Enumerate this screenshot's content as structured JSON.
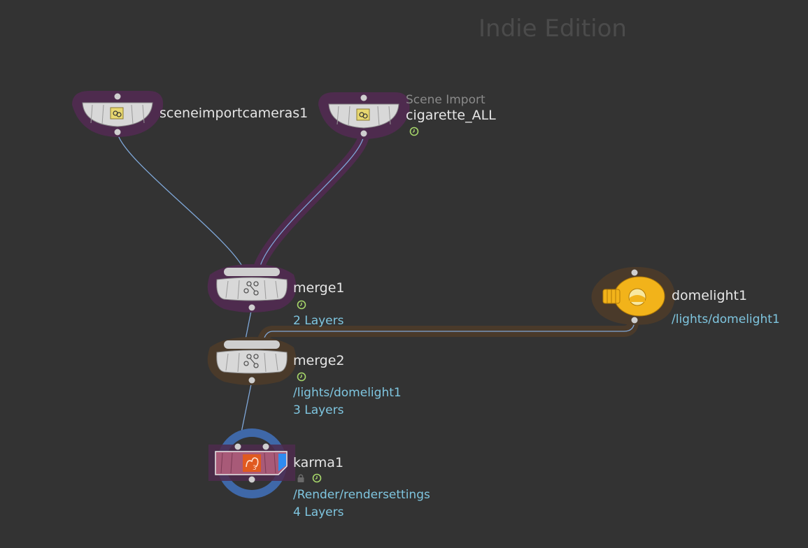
{
  "app": {
    "watermark": "Indie Edition"
  },
  "nodes": {
    "sceneimportcameras1": {
      "name": "sceneimportcameras1"
    },
    "cigarette_all": {
      "type_hint": "Scene Import",
      "name": "cigarette_ALL"
    },
    "merge1": {
      "name": "merge1",
      "info": "2 Layers"
    },
    "merge2": {
      "name": "merge2",
      "info_path": "/lights/domelight1",
      "info": "3 Layers"
    },
    "domelight1": {
      "name": "domelight1",
      "info_path": "/lights/domelight1"
    },
    "karma1": {
      "name": "karma1",
      "info_path": "/Render/rendersettings",
      "info": "4 Layers"
    }
  },
  "colors": {
    "background": "#333333",
    "purple_highlight": "#4e2b4e",
    "brown_highlight": "#4a3a2a",
    "blue_highlight": "#3f68a8",
    "wire": "#7fa7d8",
    "node_body": "#d4d4d4",
    "info_text": "#7fc6e0",
    "flag_green": "#a6d66a",
    "domelight_yellow": "#f2b31a",
    "karma_body": "#a85a78"
  },
  "icons": {
    "scene_import": "scene-import-icon",
    "merge": "merge-icon",
    "domelight": "lightbulb-icon",
    "karma": "karma-icon",
    "clock": "clock-flag-icon",
    "lock": "lock-icon"
  }
}
